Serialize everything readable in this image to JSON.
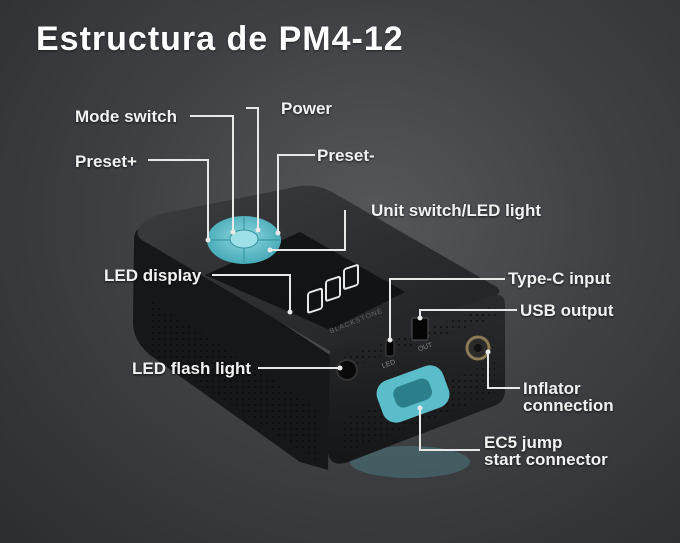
{
  "title": "Estructura de PM4-12",
  "device": {
    "panel_text_left": "LED",
    "panel_text_right": "OUT",
    "side_text": "BLACKSTONE"
  },
  "labels": {
    "mode_switch": "Mode switch",
    "power": "Power",
    "preset_plus": "Preset+",
    "preset_minus": "Preset-",
    "unit_switch": "Unit switch/LED light",
    "led_display": "LED display",
    "type_c_input": "Type-C input",
    "usb_output": "USB output",
    "led_flash_light": "LED flash light",
    "inflator_connection": [
      "Inflator",
      "connection"
    ],
    "ec5_connector": [
      "EC5 jump",
      "start connector"
    ]
  },
  "colors": {
    "accent": "#5bbdc9",
    "body_dark": "#1a1b1d",
    "label_text": "#f2f2f2",
    "leader_line": "#e8e8e8"
  }
}
